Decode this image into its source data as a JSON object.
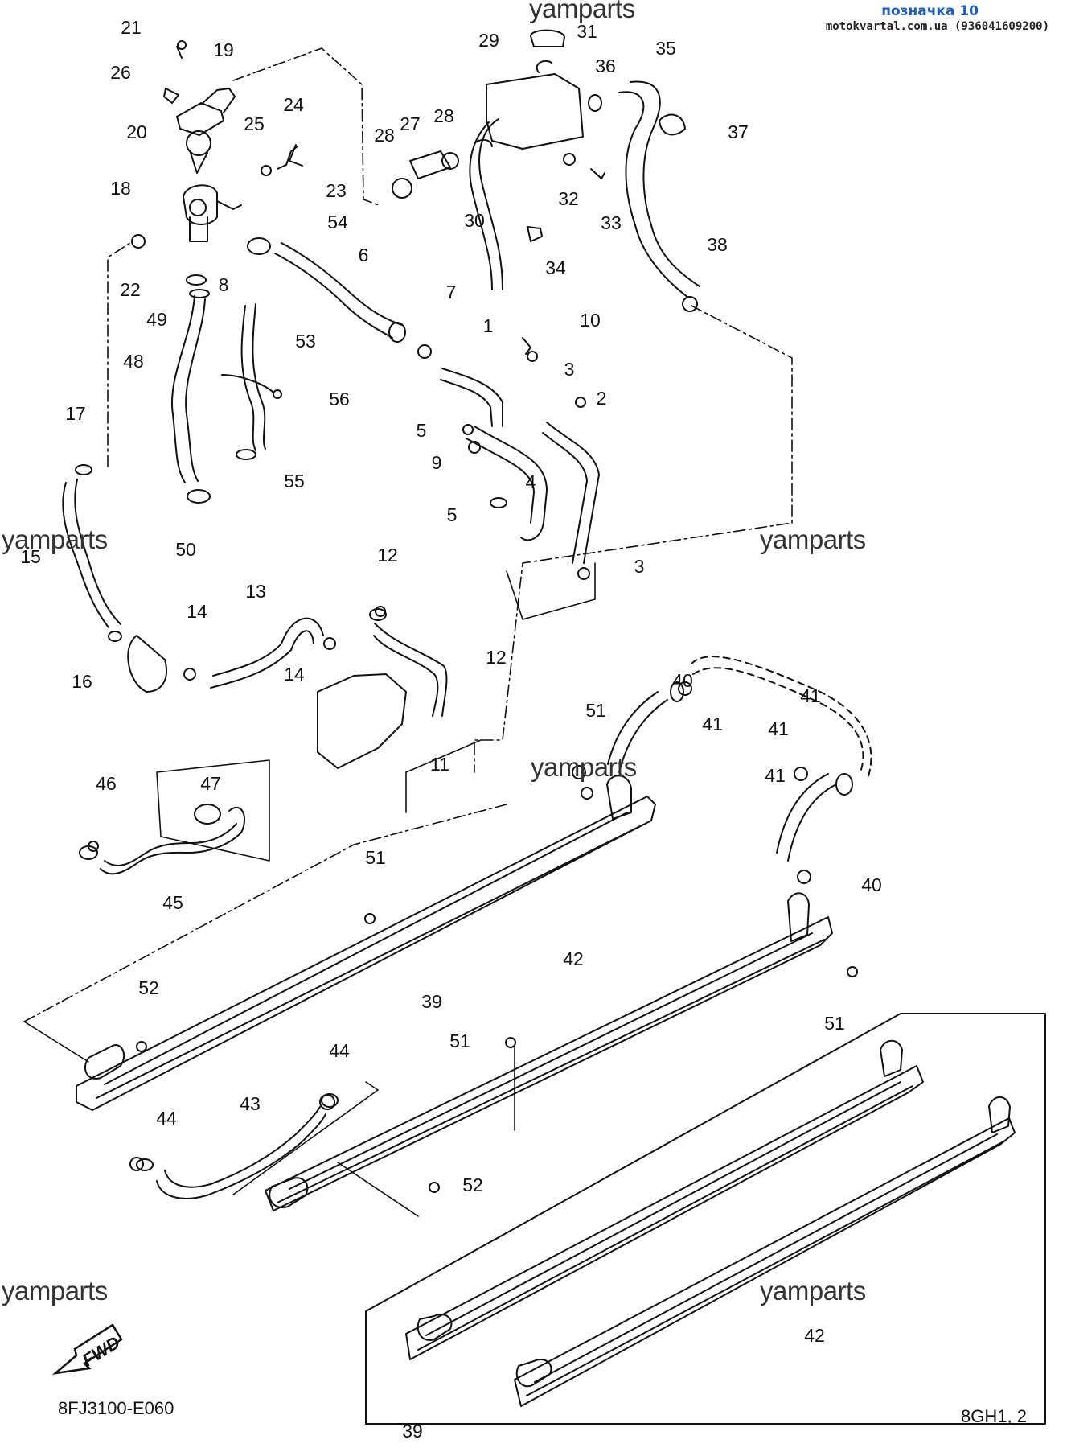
{
  "header": {
    "title": "позначка 10",
    "site": "motokvartal.com.ua (936041609200)"
  },
  "watermarks": [
    "yamparts",
    "yamparts",
    "yamparts",
    "yamparts",
    "yamparts",
    "yamparts"
  ],
  "diagram": {
    "code": "8FJ3100-E060",
    "variant_label": "8GH1, 2",
    "fwd_label": "FWD",
    "callouts": [
      "21",
      "19",
      "26",
      "20",
      "25",
      "24",
      "18",
      "23",
      "54",
      "22",
      "8",
      "49",
      "6",
      "48",
      "53",
      "56",
      "17",
      "55",
      "50",
      "7",
      "1",
      "10",
      "3",
      "2",
      "5",
      "9",
      "4",
      "5",
      "3",
      "29",
      "31",
      "28",
      "27",
      "28",
      "30",
      "32",
      "33",
      "34",
      "36",
      "35",
      "37",
      "38",
      "15",
      "16",
      "14",
      "13",
      "14",
      "12",
      "11",
      "12",
      "51",
      "41",
      "40",
      "41",
      "41",
      "40",
      "41",
      "46",
      "47",
      "45",
      "51",
      "52",
      "39",
      "42",
      "51",
      "51",
      "44",
      "43",
      "44",
      "52",
      "39",
      "42"
    ]
  }
}
